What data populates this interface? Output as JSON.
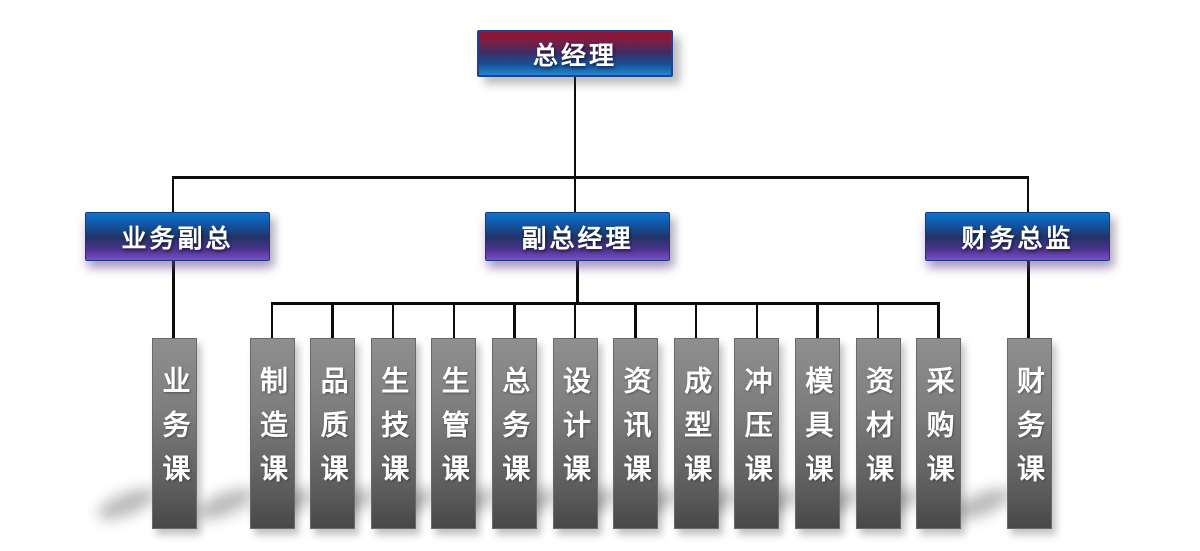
{
  "chart": {
    "type": "org-chart",
    "root": {
      "id": "general-manager",
      "label": "总经理"
    },
    "level2": [
      {
        "id": "business-vp",
        "label": "业务副总"
      },
      {
        "id": "deputy-general-manager",
        "label": "副总经理"
      },
      {
        "id": "finance-director",
        "label": "财务总监"
      }
    ],
    "groups": [
      {
        "parent": "business-vp",
        "sections": [
          {
            "id": "business-section",
            "label": "业务课"
          }
        ]
      },
      {
        "parent": "deputy-general-manager",
        "sections": [
          {
            "id": "manufacturing-section",
            "label": "制造课"
          },
          {
            "id": "quality-section",
            "label": "品质课"
          },
          {
            "id": "production-tech-section",
            "label": "生技课"
          },
          {
            "id": "production-control-section",
            "label": "生管课"
          },
          {
            "id": "general-affairs-section",
            "label": "总务课"
          },
          {
            "id": "design-section",
            "label": "设计课"
          },
          {
            "id": "information-section",
            "label": "资讯课"
          },
          {
            "id": "molding-section",
            "label": "成型课"
          },
          {
            "id": "stamping-section",
            "label": "冲压课"
          },
          {
            "id": "mold-section",
            "label": "模具课"
          },
          {
            "id": "materials-section",
            "label": "资材课"
          },
          {
            "id": "purchasing-section",
            "label": "采购课"
          }
        ]
      },
      {
        "parent": "finance-director",
        "sections": [
          {
            "id": "finance-section",
            "label": "财务课"
          }
        ]
      }
    ],
    "colors": {
      "root_gradient_top": "#931332",
      "root_gradient_bottom": "#2187d2",
      "level2_gradient_top": "#0f74ce",
      "level2_gradient_bottom": "#7e4ec4",
      "bar_gray_top": "#8f8f8f",
      "bar_gray_bottom": "#484848",
      "connector_line": "#0c0c0c",
      "label_text": "#ffffff"
    }
  }
}
